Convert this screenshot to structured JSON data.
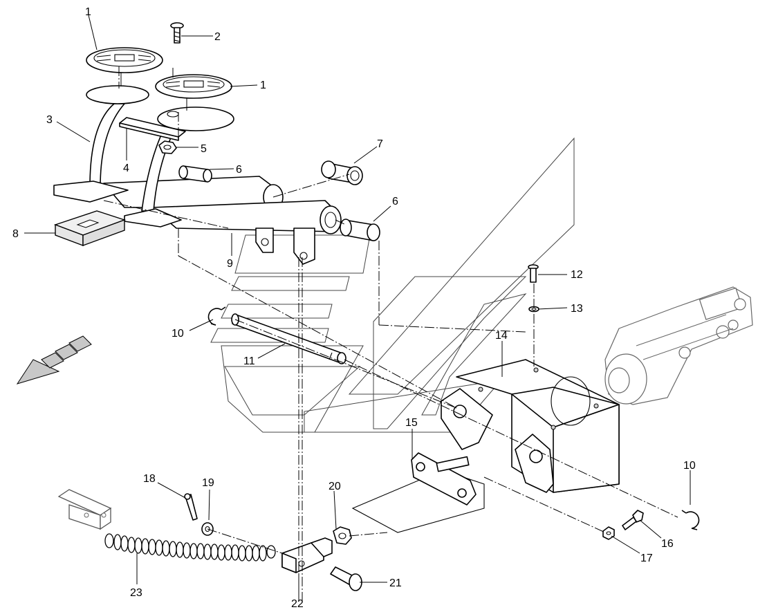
{
  "diagram": {
    "labels": [
      {
        "id": "1a",
        "text": "1"
      },
      {
        "id": "1b",
        "text": "1"
      },
      {
        "id": "2",
        "text": "2"
      },
      {
        "id": "3",
        "text": "3"
      },
      {
        "id": "4",
        "text": "4"
      },
      {
        "id": "5",
        "text": "5"
      },
      {
        "id": "6a",
        "text": "6"
      },
      {
        "id": "6b",
        "text": "6"
      },
      {
        "id": "7",
        "text": "7"
      },
      {
        "id": "8",
        "text": "8"
      },
      {
        "id": "9",
        "text": "9"
      },
      {
        "id": "10a",
        "text": "10"
      },
      {
        "id": "10b",
        "text": "10"
      },
      {
        "id": "11",
        "text": "11"
      },
      {
        "id": "12",
        "text": "12"
      },
      {
        "id": "13",
        "text": "13"
      },
      {
        "id": "14",
        "text": "14"
      },
      {
        "id": "15",
        "text": "15"
      },
      {
        "id": "16",
        "text": "16"
      },
      {
        "id": "17",
        "text": "17"
      },
      {
        "id": "18",
        "text": "18"
      },
      {
        "id": "19",
        "text": "19"
      },
      {
        "id": "20",
        "text": "20"
      },
      {
        "id": "21",
        "text": "21"
      },
      {
        "id": "22",
        "text": "22"
      },
      {
        "id": "23",
        "text": "23"
      }
    ]
  }
}
